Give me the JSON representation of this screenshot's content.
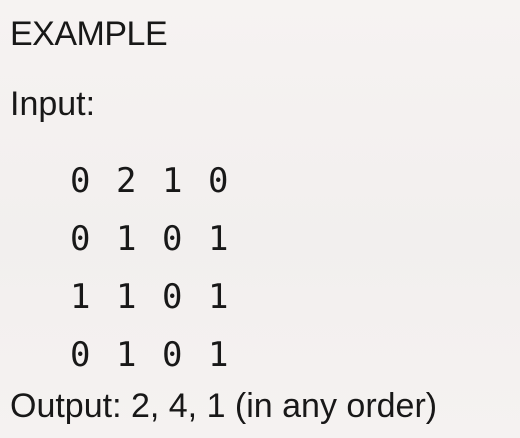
{
  "heading": "EXAMPLE",
  "input_label": "Input:",
  "matrix": [
    [
      "0",
      "2",
      "1",
      "0"
    ],
    [
      "0",
      "1",
      "0",
      "1"
    ],
    [
      "1",
      "1",
      "0",
      "1"
    ],
    [
      "0",
      "1",
      "0",
      "1"
    ]
  ],
  "output_text": "Output: 2, 4, 1 (in any order)"
}
